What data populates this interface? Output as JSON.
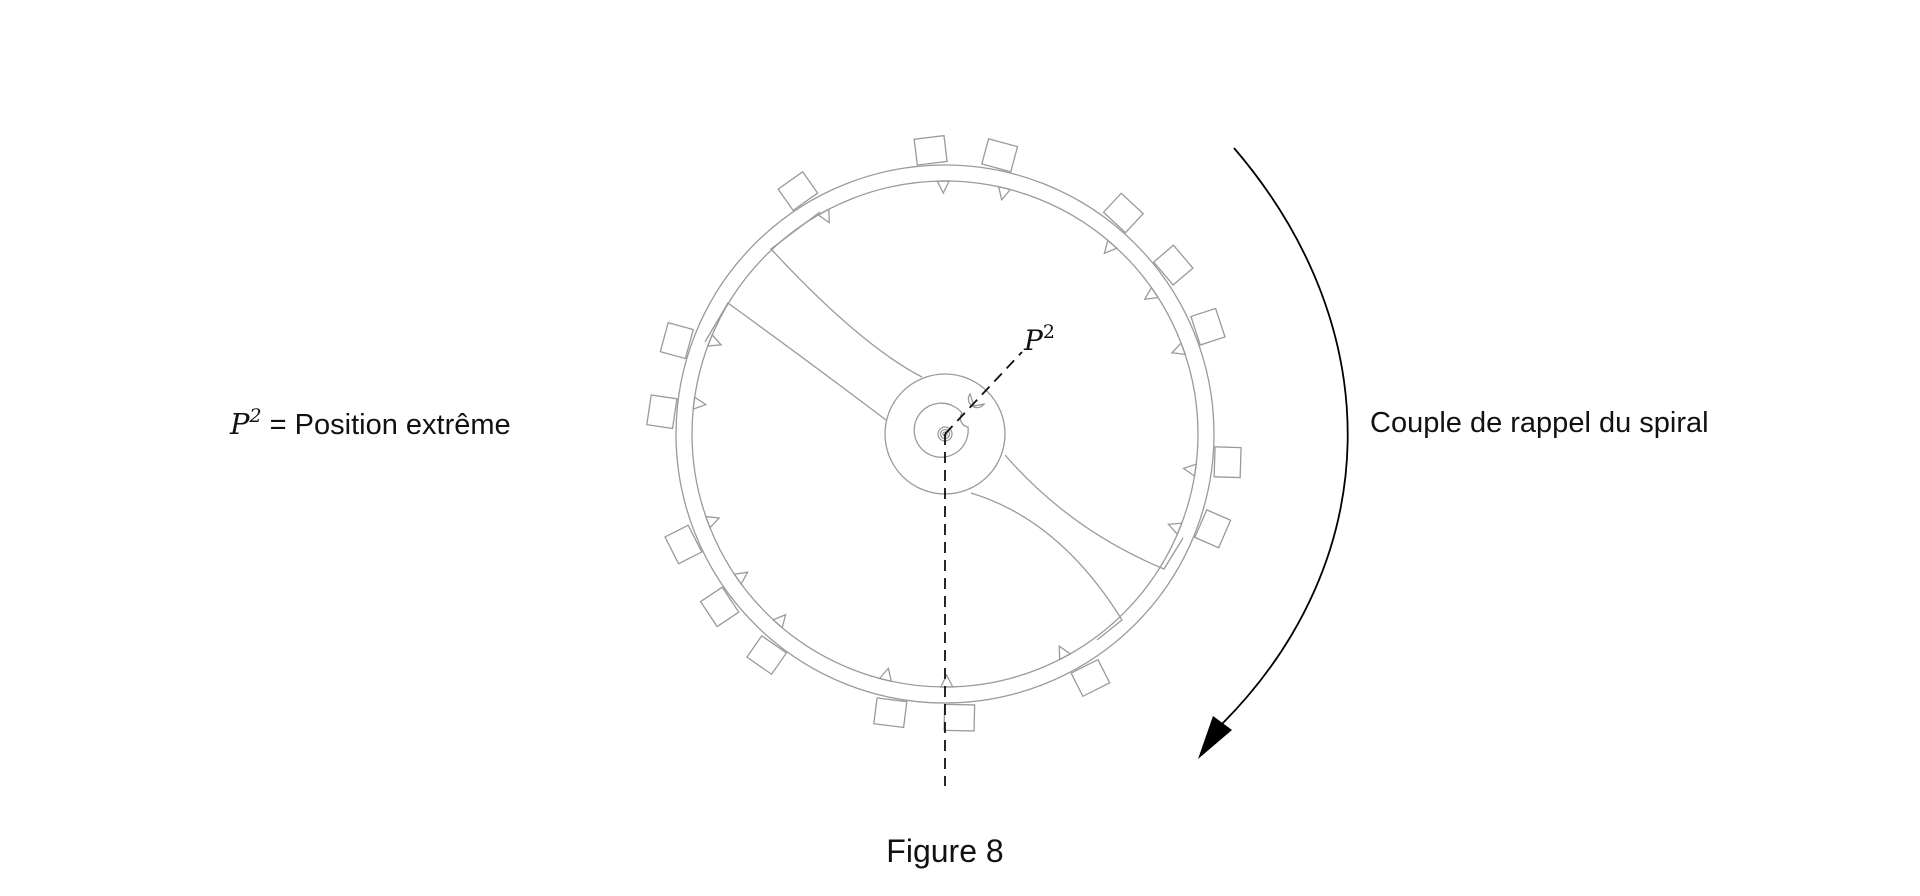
{
  "figure": {
    "caption": "Figure 8",
    "left_label": {
      "symbol": "P",
      "exponent": "2",
      "text": " = Position extrême"
    },
    "right_label": "Couple de rappel du spiral",
    "point_label": {
      "symbol": "P",
      "exponent": "2"
    }
  },
  "colors": {
    "wheel_stroke": "#9a9a9a",
    "text": "#111111",
    "arrow": "#000000"
  }
}
